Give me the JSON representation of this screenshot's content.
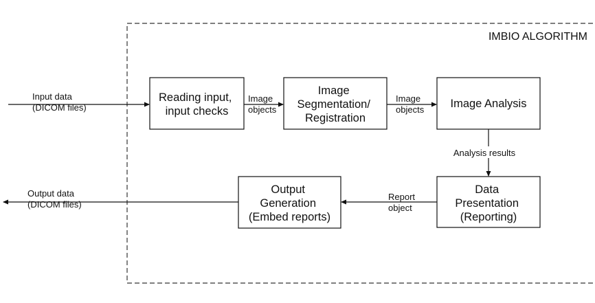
{
  "frame": {
    "title": "IMBIO ALGORITHM"
  },
  "boxes": {
    "reading": {
      "lines": [
        "Reading input,",
        "input checks"
      ]
    },
    "segmentation": {
      "lines": [
        "Image",
        "Segmentation/",
        "Registration"
      ]
    },
    "analysis": {
      "lines": [
        "Image Analysis"
      ]
    },
    "presentation": {
      "lines": [
        "Data",
        "Presentation",
        "(Reporting)"
      ]
    },
    "output": {
      "lines": [
        "Output",
        "Generation",
        "(Embed reports)"
      ]
    }
  },
  "edges": {
    "input": {
      "lines": [
        "Input data",
        "(DICOM files)"
      ]
    },
    "image_objects_1": {
      "lines": [
        "Image",
        "objects"
      ]
    },
    "image_objects_2": {
      "lines": [
        "Image",
        "objects"
      ]
    },
    "analysis_results": {
      "lines": [
        "Analysis results"
      ]
    },
    "report_object": {
      "lines": [
        "Report",
        "object"
      ]
    },
    "output": {
      "lines": [
        "Output data",
        "(DICOM files)"
      ]
    }
  },
  "colors": {
    "stroke": "#111111",
    "frame": "#333333",
    "background": "#ffffff"
  }
}
